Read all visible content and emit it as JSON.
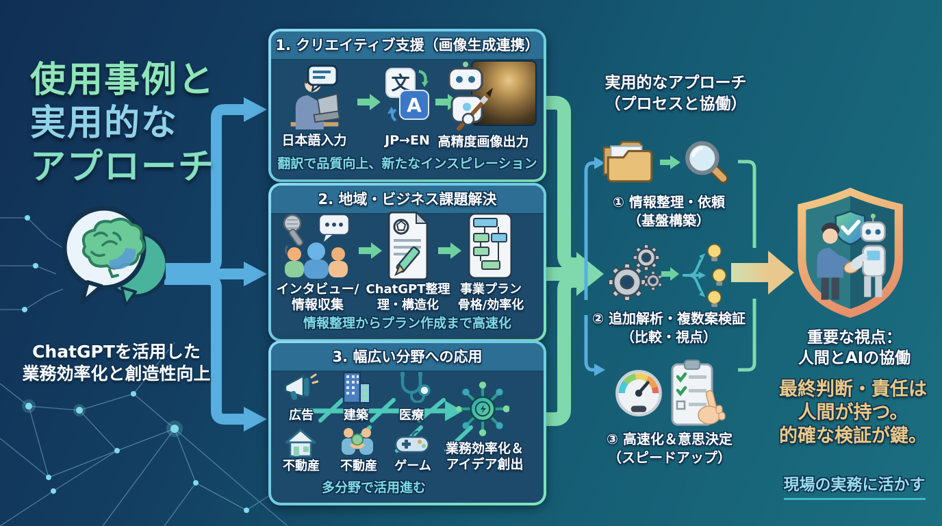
{
  "palette": {
    "bg_left": "#112f55",
    "bg_right": "#1b6f80",
    "title_mint": "#8ee6b8",
    "title_blue": "#8fd2ea",
    "arrow_blue": "#58aede",
    "arrow_mint": "#7fd9ac",
    "arrow_gold": "#e9c88d",
    "box_header_bg": "#2d6f94",
    "box_body_bg": "#1d4a6b",
    "box_border": "#7fd4f0",
    "caption_cyan": "#7fdbe8",
    "warning_gold": "#ecc987",
    "footer_cyan": "#9adcf0"
  },
  "title": {
    "lines": [
      "使用事例と",
      "実用的な",
      "アプローチ"
    ]
  },
  "source": {
    "icon": "brain-chat-bubble-icon",
    "caption_lines": [
      "ChatGPTを活用した",
      "業務効率化と創造性向上"
    ]
  },
  "boxes": [
    {
      "title": "1. クリエイティブ支援（画像生成連携）",
      "items": [
        {
          "icon": "person-typing-icon",
          "label": "日本語入力"
        },
        {
          "icon": "translate-jp-en-icon",
          "label": "JP→EN"
        },
        {
          "icon": "robot-painter-icon",
          "label": "高精度画像出力"
        }
      ],
      "caption": "翻訳で品質向上、新たなインスピレーション"
    },
    {
      "title": "2. 地域・ビジネス課題解決",
      "items": [
        {
          "icon": "interview-group-icon",
          "lines": [
            "インタビュー/",
            "情報収集"
          ]
        },
        {
          "icon": "chatgpt-document-icon",
          "lines": [
            "ChatGPT整理",
            "理・構造化"
          ]
        },
        {
          "icon": "flowchart-icon",
          "lines": [
            "事業プラン",
            "骨格/効率化"
          ]
        }
      ],
      "caption": "情報整理からプラン作成まで高速化"
    },
    {
      "title": "3. 幅広い分野への応用",
      "fields": [
        {
          "icon": "megaphone-icon",
          "label": "広告"
        },
        {
          "icon": "building-icon",
          "label": "建築"
        },
        {
          "icon": "stethoscope-icon",
          "label": "医療"
        },
        {
          "icon": "house-icon",
          "label": "不動産"
        },
        {
          "icon": "handshake-people-icon",
          "label": "不動産"
        },
        {
          "icon": "game-controller-icon",
          "label": "ゲーム"
        }
      ],
      "result_icon": "network-hub-icon",
      "result_lines": [
        "業務効率化＆",
        "アイデア創出"
      ],
      "caption": "多分野で活用進む"
    }
  ],
  "process": {
    "title_lines": [
      "実用的なアプローチ",
      "（プロセスと協働）"
    ],
    "steps": [
      {
        "icons": [
          "folders-icon",
          "magnifier-icon"
        ],
        "lines": [
          "① 情報整理・依頼",
          "（基盤構築）"
        ]
      },
      {
        "icons": [
          "gears-icon",
          "lightbulb-branch-icon"
        ],
        "lines": [
          "② 追加解析・複数案検証",
          "（比較・視点）"
        ]
      },
      {
        "icons": [
          "speedometer-icon",
          "checklist-hand-icon"
        ],
        "lines": [
          "③ 高速化＆意思決定",
          "（スピードアップ）"
        ]
      }
    ]
  },
  "conclusion": {
    "icon": "human-robot-handshake-shield-icon",
    "heading_lines": [
      "重要な視点：",
      "人間とAIの協働"
    ],
    "warning_lines": [
      "最終判断・責任は",
      "人間が持つ。",
      "的確な検証が鍵。"
    ],
    "footer": "現場の実務に活かす"
  }
}
